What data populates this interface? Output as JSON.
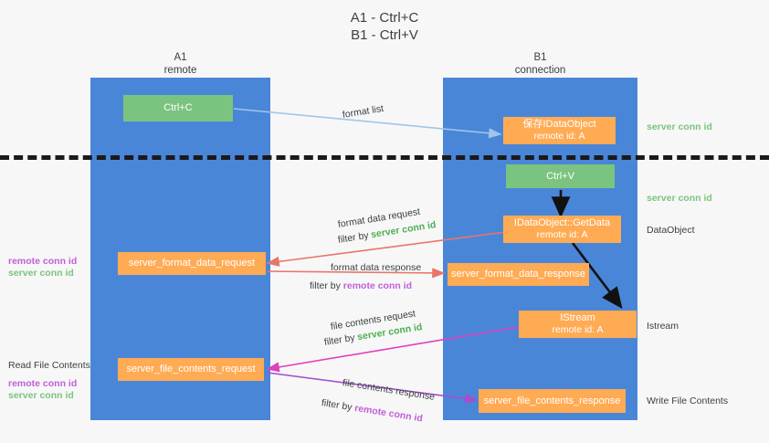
{
  "title": {
    "line1": "A1 - Ctrl+C",
    "line2": "B1 - Ctrl+V"
  },
  "lanes": [
    {
      "name": "A1",
      "sub": "remote"
    },
    {
      "name": "B1",
      "sub": "connection"
    }
  ],
  "boxes": {
    "ctrl_c": {
      "label": "Ctrl+C"
    },
    "save_idataobject": {
      "line1": "保存IDataObject",
      "line2": "remote id: A"
    },
    "ctrl_v": {
      "label": "Ctrl+V"
    },
    "getdata": {
      "line1": "IDataObject::GetData",
      "line2": "remote id: A"
    },
    "istream": {
      "line1": "IStream",
      "line2": "remote id: A"
    },
    "format_data_request": {
      "label": "server_format_data_request"
    },
    "format_data_response": {
      "label": "server_format_data_response"
    },
    "file_contents_request": {
      "label": "server_file_contents_request"
    },
    "file_contents_response": {
      "label": "server_file_contents_response"
    }
  },
  "annotations": {
    "format_list": "format list",
    "format_data_request": "format data request",
    "filter_by": "filter by ",
    "server_conn_id": "server conn id",
    "format_data_response": "format data response",
    "remote_conn_id": "remote conn id",
    "file_contents_request": "file contents request",
    "file_contents_response": "file contents response"
  },
  "right_labels": {
    "server_conn_id_top": "server conn id",
    "server_conn_id_mid": "server conn id",
    "dataobject": "DataObject",
    "istream": "Istream",
    "write_file_contents": "Write File Contents"
  },
  "left_labels": {
    "remote_conn_id_1": "remote conn id",
    "server_conn_id_1": "server conn id",
    "read_file_contents": "Read File Contents",
    "remote_conn_id_2": "remote conn id",
    "server_conn_id_2": "server conn id"
  },
  "colors": {
    "lane": "#4a86d8",
    "green_box": "#7bc47f",
    "orange_box": "#ffab54",
    "arrow_blue": "#9fc5e8",
    "arrow_red": "#e8766a",
    "arrow_magenta": "#e040c0",
    "arrow_purple": "#a64ed0",
    "arrow_black": "#111111",
    "green_text": "#4caf50",
    "purple_text": "#c060d8"
  }
}
